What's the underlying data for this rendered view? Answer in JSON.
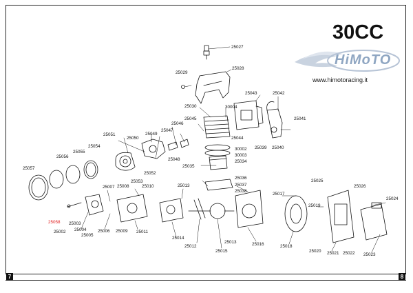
{
  "title": "30CC",
  "brand": {
    "logo_text": "HiMoTO",
    "website": "www.himotoracing.it"
  },
  "pages": {
    "left": "7",
    "right": "8"
  },
  "colors": {
    "line": "#111111",
    "highlight": "#e02020",
    "logo": "#8fa6c2"
  },
  "parts": [
    {
      "id": "p25027",
      "number": "25027"
    },
    {
      "id": "p25028",
      "number": "25028"
    },
    {
      "id": "p25029",
      "number": "25029"
    },
    {
      "id": "p25043",
      "number": "25043"
    },
    {
      "id": "p25042",
      "number": "25042"
    },
    {
      "id": "p25030",
      "number": "25030"
    },
    {
      "id": "p30004",
      "number": "30004"
    },
    {
      "id": "p25045",
      "number": "25045"
    },
    {
      "id": "p25046",
      "number": "25046"
    },
    {
      "id": "p25041",
      "number": "25041"
    },
    {
      "id": "p25047",
      "number": "25047"
    },
    {
      "id": "p25049",
      "number": "25049"
    },
    {
      "id": "p25051",
      "number": "25051"
    },
    {
      "id": "p25050",
      "number": "25050"
    },
    {
      "id": "p25044",
      "number": "25044"
    },
    {
      "id": "p25039",
      "number": "25039"
    },
    {
      "id": "p25040",
      "number": "25040"
    },
    {
      "id": "p25054",
      "number": "25054"
    },
    {
      "id": "p25055",
      "number": "25055"
    },
    {
      "id": "p25056",
      "number": "25056"
    },
    {
      "id": "p25048",
      "number": "25048"
    },
    {
      "id": "p30002",
      "number": "30002"
    },
    {
      "id": "p30003",
      "number": "30003"
    },
    {
      "id": "p25034",
      "number": "25034"
    },
    {
      "id": "p25035",
      "number": "25035"
    },
    {
      "id": "p25057",
      "number": "25057"
    },
    {
      "id": "p25052",
      "number": "25052"
    },
    {
      "id": "p25036",
      "number": "25036"
    },
    {
      "id": "p25025",
      "number": "25025"
    },
    {
      "id": "p25013a",
      "number": "25013"
    },
    {
      "id": "p25037",
      "number": "25037"
    },
    {
      "id": "p25007",
      "number": "25007"
    },
    {
      "id": "p25008",
      "number": "25008"
    },
    {
      "id": "p25010",
      "number": "25010"
    },
    {
      "id": "p25053",
      "number": "25053"
    },
    {
      "id": "p25038",
      "number": "25038"
    },
    {
      "id": "p25026",
      "number": "25026"
    },
    {
      "id": "p25017",
      "number": "25017"
    },
    {
      "id": "p25024",
      "number": "25024"
    },
    {
      "id": "p25019",
      "number": "25019"
    },
    {
      "id": "p25058",
      "number": "25058",
      "highlight": true
    },
    {
      "id": "p25003",
      "number": "25003"
    },
    {
      "id": "p25004",
      "number": "25004"
    },
    {
      "id": "p25002",
      "number": "25002"
    },
    {
      "id": "p25005",
      "number": "25005"
    },
    {
      "id": "p25006",
      "number": "25006"
    },
    {
      "id": "p25009",
      "number": "25009"
    },
    {
      "id": "p25011",
      "number": "25011"
    },
    {
      "id": "p25014",
      "number": "25014"
    },
    {
      "id": "p25012",
      "number": "25012"
    },
    {
      "id": "p25013b",
      "number": "25013"
    },
    {
      "id": "p25015",
      "number": "25015"
    },
    {
      "id": "p25016",
      "number": "25016"
    },
    {
      "id": "p25018",
      "number": "25018"
    },
    {
      "id": "p25020",
      "number": "25020"
    },
    {
      "id": "p25021",
      "number": "25021"
    },
    {
      "id": "p25022",
      "number": "25022"
    },
    {
      "id": "p25023",
      "number": "25023"
    }
  ]
}
